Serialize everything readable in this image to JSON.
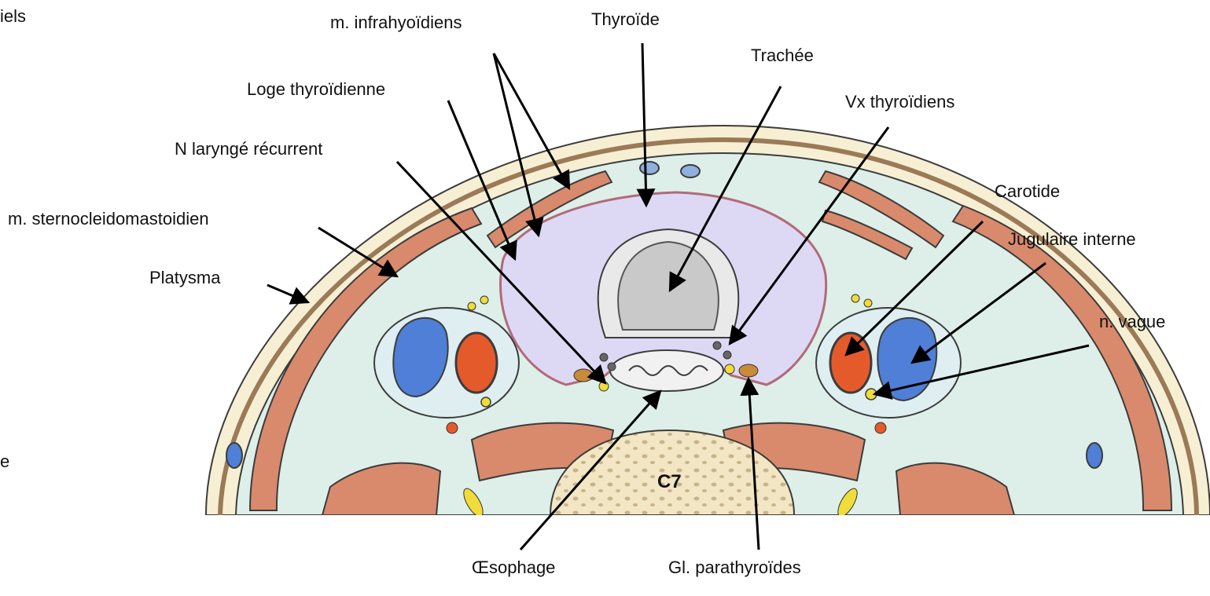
{
  "labels": {
    "infrahyoid": "m. infrahyoïdiens",
    "thyroid": "Thyroïde",
    "trachea": "Trachée",
    "thyroid_lodge": "Loge thyroïdienne",
    "thyroid_vessels": "Vx thyroïdiens",
    "recurrent_nerve": "N laryngé récurrent",
    "carotid": "Carotide",
    "scm": "m. sternocleidomastoidien",
    "internal_jugular": "Jugulaire interne",
    "platysma": "Platysma",
    "vagus": "n. vague",
    "esophagus": "Œsophage",
    "parathyroids": "Gl. parathyroïdes",
    "vertebra": "C7"
  },
  "edge_text": {
    "top": "iels",
    "bottom": "e"
  },
  "colors": {
    "skin": "#f7efd3",
    "fascia": "#ddefe8",
    "muscle": "#d98a6c",
    "thyroid": "#ddd9f4",
    "vein": "#4f7fd6",
    "artery": "#e55a2b",
    "nerve": "#f0dc3a",
    "bone": "#f2e6c4",
    "outline": "#3c3c3c"
  }
}
